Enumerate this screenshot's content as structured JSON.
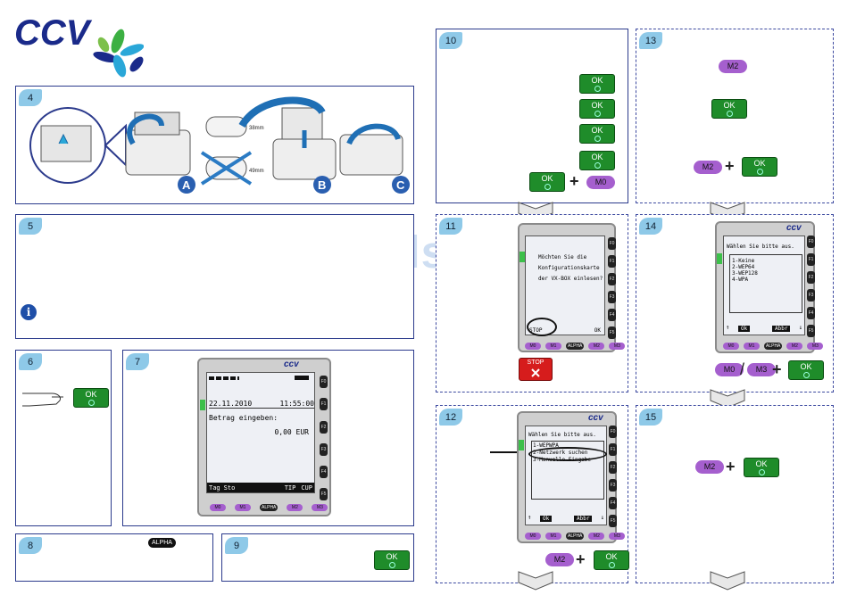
{
  "brand": {
    "name": "CCV",
    "colors": {
      "navy": "#1a2a8a",
      "green": "#3cb043",
      "cyan": "#2aa7d8",
      "accent_purple": "#a55fce",
      "ok_green": "#1f8c2a",
      "stop_red": "#d61c1c"
    }
  },
  "watermark": "ManualsLib.de",
  "steps": {
    "s4": {
      "num": "4",
      "labels": [
        "A",
        "B",
        "C"
      ],
      "paper_sizes": [
        "38mm",
        "49mm"
      ]
    },
    "s5": {
      "num": "5",
      "icon": "info-icon"
    },
    "s6": {
      "num": "6",
      "ok": "OK"
    },
    "s7": {
      "num": "7",
      "logo": "ccv",
      "date": "22.11.2010",
      "time": "11:55:00",
      "prompt": "Betrag eingeben:",
      "amount": "0,00 EUR",
      "softkeys": [
        "Tag",
        "Sto",
        "TIP",
        "CUP"
      ],
      "fkeys": [
        "F0",
        "F1",
        "F2",
        "F3",
        "F4",
        "F5"
      ],
      "bottom_keys": [
        "M0",
        "M1",
        "ALPHA",
        "M2",
        "M3"
      ]
    },
    "s8": {
      "num": "8",
      "key": "ALPHA"
    },
    "s9": {
      "num": "9",
      "ok": "OK"
    },
    "s10": {
      "num": "10",
      "ok": "OK",
      "m0": "M0"
    },
    "s11": {
      "num": "11",
      "lines": [
        "Möchten Sie die",
        "Konfigurationskarte",
        "der VX-BOX einlesen?"
      ],
      "stop_softkey": "STOP",
      "ok_softkey": "OK",
      "stop_button": "STOP",
      "fkeys": [
        "F0",
        "F1",
        "F2",
        "F3",
        "F4",
        "F5"
      ],
      "bottom_keys": [
        "M0",
        "M1",
        "ALPHA",
        "M2",
        "M3"
      ]
    },
    "s12": {
      "num": "12",
      "logo": "ccv",
      "title": "Wählen Sie bitte aus.",
      "items": [
        "1-WEPWPA",
        "2-Netzwerk suchen",
        "3-Manuelle Eingabe"
      ],
      "ok_softkey": "Ok",
      "abbr_softkey": "Abbr",
      "m2": "M2",
      "ok": "OK",
      "fkeys": [
        "F0",
        "F1",
        "F2",
        "F3",
        "F4",
        "F5"
      ],
      "bottom_keys": [
        "M0",
        "M1",
        "ALPHA",
        "M2",
        "M3"
      ]
    },
    "s13": {
      "num": "13",
      "m2": "M2",
      "ok": "OK"
    },
    "s14": {
      "num": "14",
      "logo": "ccv",
      "title": "Wählen Sie bitte aus.",
      "items": [
        "1-Keine",
        "2-WEP64",
        "3-WEP128",
        "4-WPA"
      ],
      "ok_softkey": "Ok",
      "abbr_softkey": "Abbr",
      "m0": "M0",
      "m3": "M3",
      "ok": "OK",
      "fkeys": [
        "F0",
        "F1",
        "F2",
        "F3",
        "F4",
        "F5"
      ],
      "bottom_keys": [
        "M0",
        "M1",
        "ALPHA",
        "M2",
        "M3"
      ]
    },
    "s15": {
      "num": "15",
      "m2": "M2",
      "ok": "OK"
    }
  }
}
